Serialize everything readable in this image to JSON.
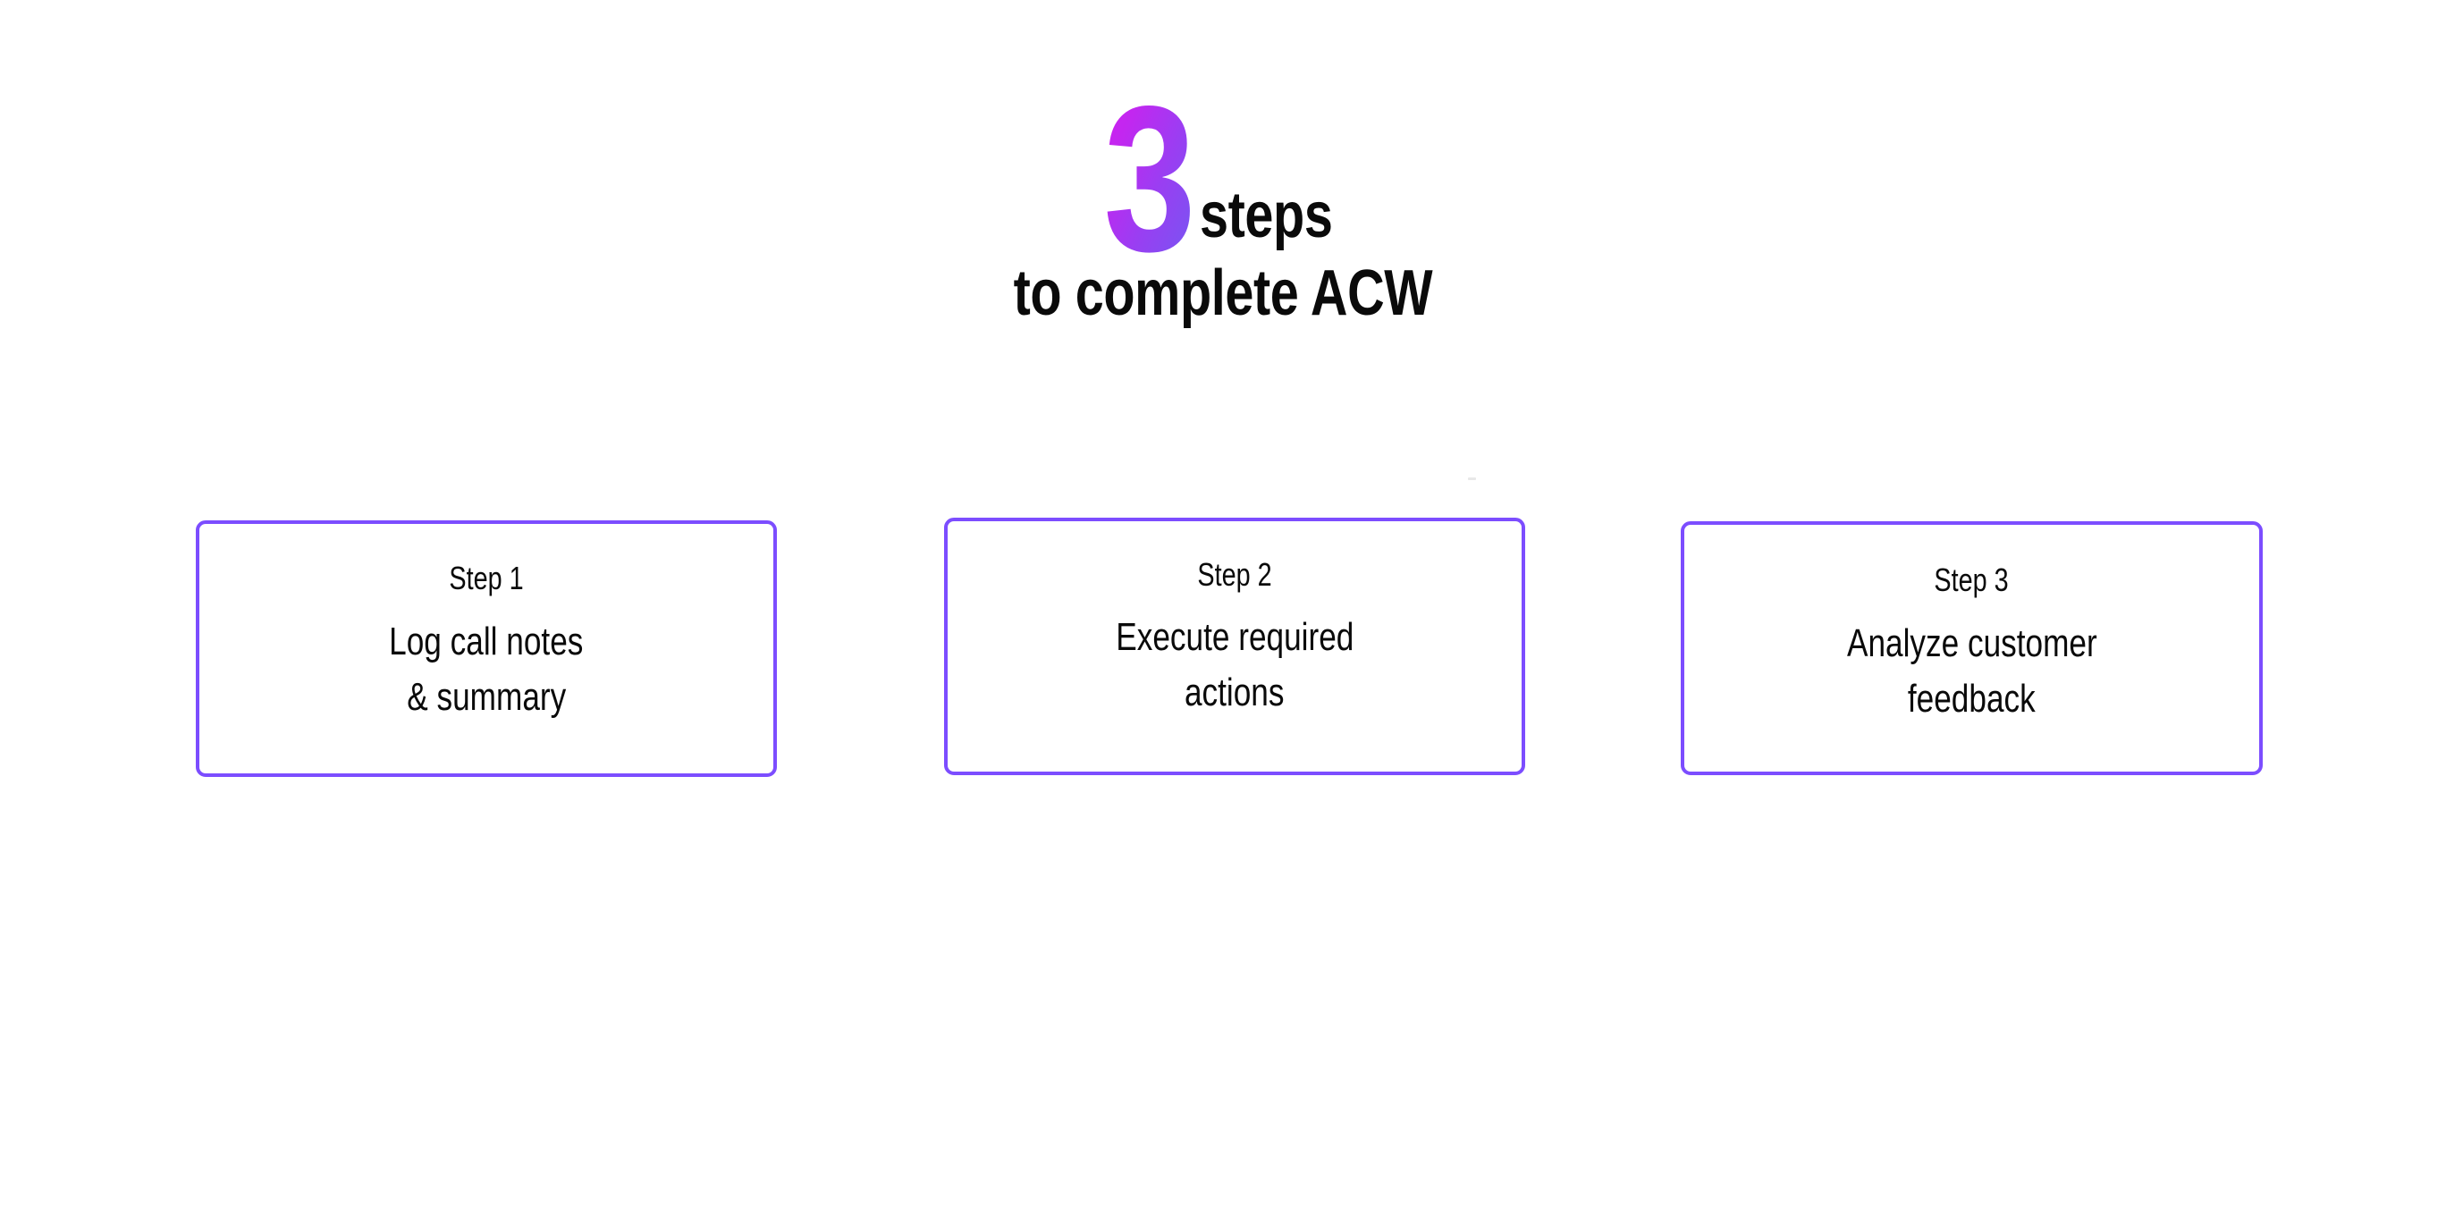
{
  "heading": {
    "number": "3",
    "number_suffix": "steps",
    "subtitle": "to complete ACW",
    "gradient_from": "#d01ff0",
    "gradient_to": "#7557f2"
  },
  "accent_color": "#7c4dff",
  "cards": [
    {
      "step_label": "Step 1",
      "line1": "Log call notes",
      "line2": "& summary"
    },
    {
      "step_label": "Step 2",
      "line1": "Execute required",
      "line2": "actions"
    },
    {
      "step_label": "Step 3",
      "line1": "Analyze customer",
      "line2": "feedback"
    }
  ]
}
